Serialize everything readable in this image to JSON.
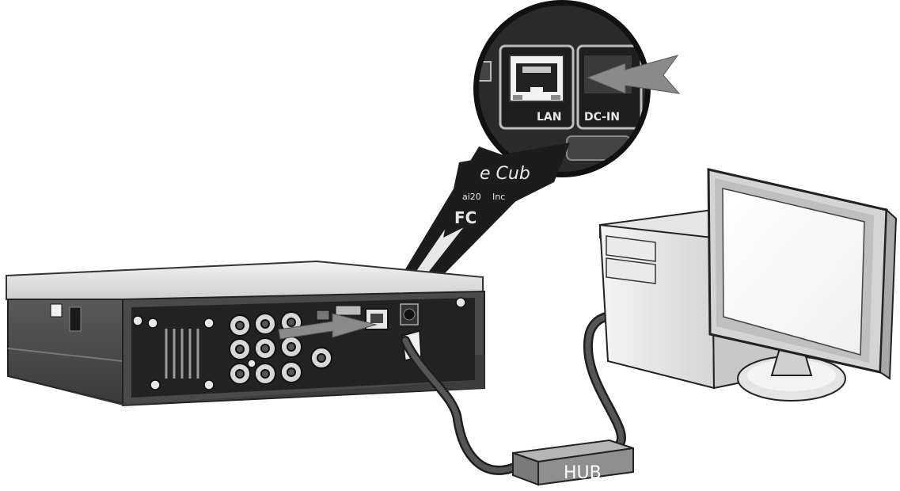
{
  "zoom_callout": {
    "lan_port_label": "LAN",
    "dc_in_label": "DC-IN",
    "brand_fragment": "e Cub",
    "model_fragment": "ai20",
    "model_fragment_2": "Inc",
    "cert_fragment": "FC"
  },
  "hub": {
    "label": "HUB"
  },
  "colors": {
    "arrow": "#8a8a8a",
    "cable": "#3a3a3a",
    "panel": "#2b2b2b",
    "hub": "#8f8f8f"
  }
}
